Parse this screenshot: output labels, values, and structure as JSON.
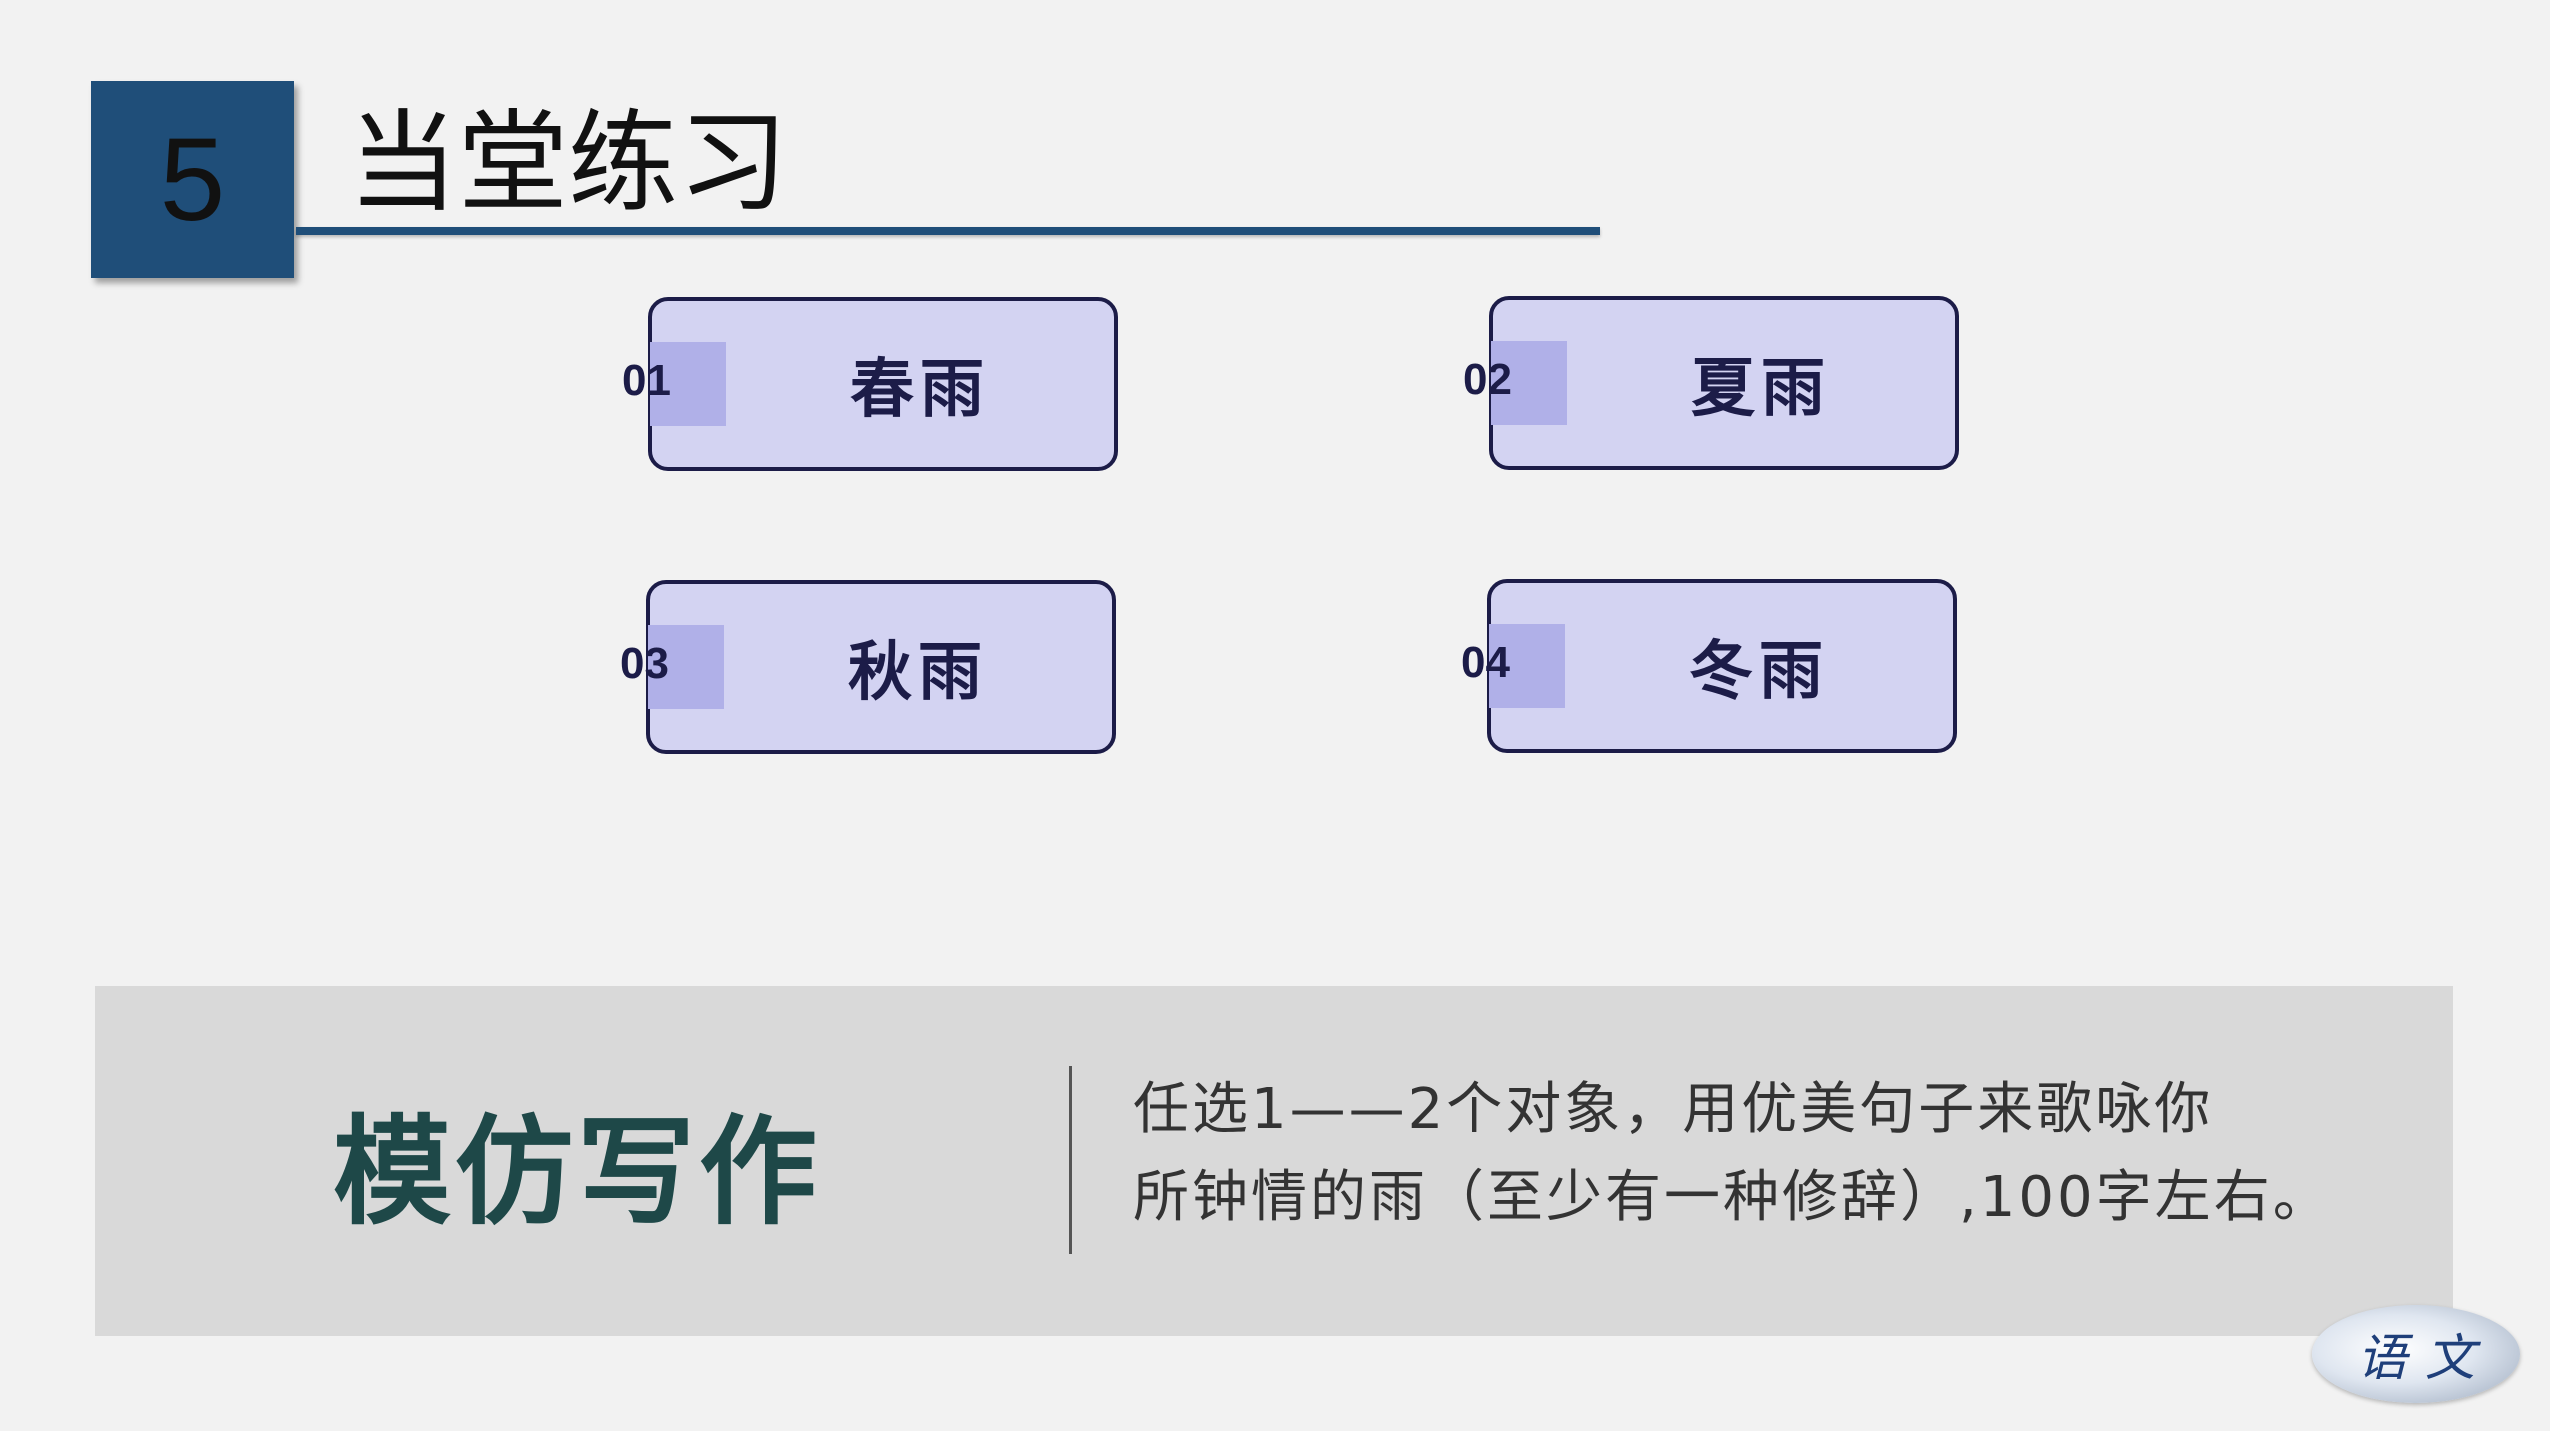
{
  "header": {
    "number": "5",
    "title": "当堂练习"
  },
  "cards": [
    {
      "num": "01",
      "label": "春雨"
    },
    {
      "num": "02",
      "label": "夏雨"
    },
    {
      "num": "03",
      "label": "秋雨"
    },
    {
      "num": "04",
      "label": "冬雨"
    }
  ],
  "panel": {
    "title": "模仿写作",
    "lines": [
      "任选1——2个对象，用优美句子来歌咏你",
      "所钟情的雨（至少有一种修辞）,100字左右。"
    ]
  },
  "logo": {
    "text": "语文"
  },
  "colors": {
    "header_blue": "#1f4e79",
    "card_fill": "#d3d3f2",
    "card_tab": "#b0b0e8",
    "card_border": "#1c1c48",
    "panel_bg": "#d9d9d9",
    "panel_title": "#1e4848"
  }
}
